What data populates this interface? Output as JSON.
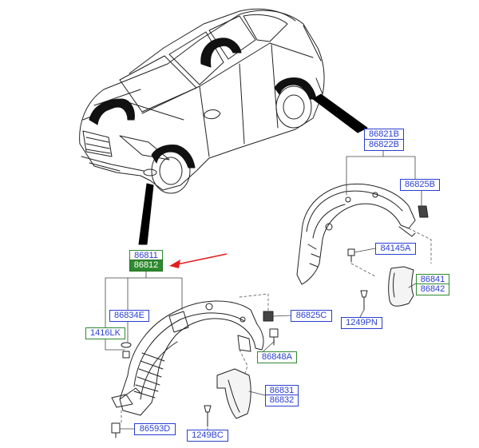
{
  "labels": {
    "l86821B": "86821B",
    "l86822B": "86822B",
    "l86825B": "86825B",
    "l84145A": "84145A",
    "l86841": "86841",
    "l86842": "86842",
    "l1249PN": "1249PN",
    "l86811": "86811",
    "l86812": "86812",
    "l86834E": "86834E",
    "l1416LK": "1416LK",
    "l86825C": "86825C",
    "l86848A": "86848A",
    "l86831": "86831",
    "l86832": "86832",
    "l86593D": "86593D",
    "l1249BC": "1249BC"
  },
  "colors": {
    "label_blue": "#2a3fd0",
    "label_green": "#2f8a2f",
    "selected_fill": "#2f8a2f",
    "arrow_red": "#e02020"
  }
}
